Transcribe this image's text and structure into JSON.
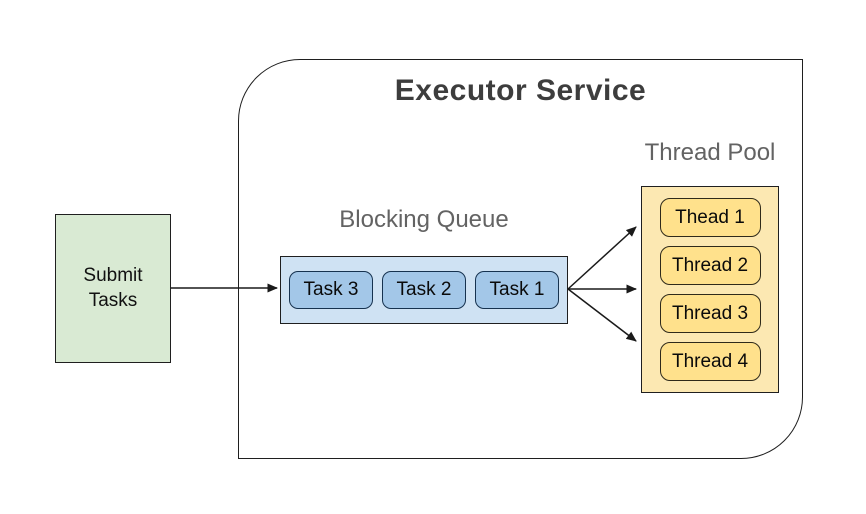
{
  "diagram": {
    "title": "Executor Service",
    "submit_box": {
      "label": "Submit\nTasks"
    },
    "blocking_queue": {
      "label": "Blocking Queue",
      "tasks": [
        "Task 3",
        "Task 2",
        "Task 1"
      ]
    },
    "thread_pool": {
      "label": "Thread Pool",
      "threads": [
        "Thead 1",
        "Thread 2",
        "Thread 3",
        "Thread 4"
      ]
    },
    "connections": [
      {
        "from": "submit-tasks",
        "to": "blocking-queue"
      },
      {
        "from": "blocking-queue",
        "to": "thread-pool-top"
      },
      {
        "from": "blocking-queue",
        "to": "thread-pool-middle"
      },
      {
        "from": "blocking-queue",
        "to": "thread-pool-bottom"
      }
    ],
    "colors": {
      "submit_fill": "#d9ead3",
      "queue_fill": "#cfe2f3",
      "task_fill": "#a3c7e8",
      "task_border": "#16324f",
      "pool_fill": "#fce8b2",
      "thread_fill": "#ffe18c",
      "label_gray": "#636363",
      "title_color": "#3d3d3d",
      "line_color": "#1a1a1a",
      "background": "#ffffff"
    }
  }
}
